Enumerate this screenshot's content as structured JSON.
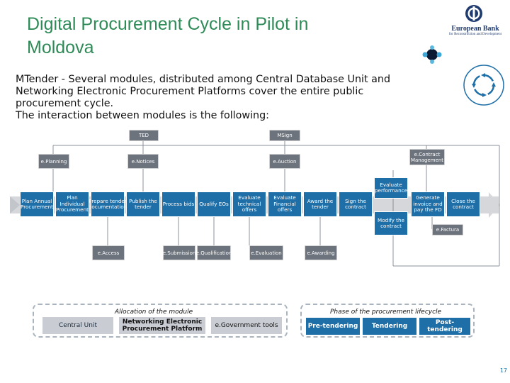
{
  "title": "Digital Procurement Cycle in Pilot in Moldova",
  "title_lines": [
    "Digital Procurement Cycle in Pilot in",
    "Moldova"
  ],
  "intro_lines": [
    "MTender - Several modules, distributed among Central Database Unit and",
    "Networking Electronic Procurement Platforms cover the entire public",
    "procurement cycle.",
    "The interaction between modules is the following:"
  ],
  "logo": {
    "name_line1": "European Bank",
    "name_line2": "for Reconstruction and Development"
  },
  "colors": {
    "title": "#2e8b57",
    "process_box": "#1e6fa8",
    "module_box": "#6c737c",
    "legend_border": "#aab4be"
  },
  "modules_top": {
    "ted": "TED",
    "msign": "MSign",
    "eplanning": "e.Planning",
    "enotices": "e.Notices",
    "eauction": "e.Auction",
    "econtract": "e.Contract Management"
  },
  "process_steps": [
    "Plan Annual Procurement",
    "Plan Individual Procurement",
    "Prepare tender documentation",
    "Publish the tender",
    "Process bids",
    "Qualify EOs",
    "Evaluate technical offers",
    "Evaluate Financial offers",
    "Award the tender",
    "Sign the contract",
    "Generate invoice and pay the FD",
    "Close the contract"
  ],
  "process_side": {
    "evaluate_performance": "Evaluate performance",
    "modify_contract": "Modify the contract"
  },
  "modules_bottom": {
    "eaccess": "e.Access",
    "esubmission": "e.Submission",
    "equalification": "e.Qualification",
    "eevaluation": "e.Evaluation",
    "eawarding": "e.Awarding",
    "efactura": "e.Factura"
  },
  "legend": {
    "allocation_heading": "Allocation of the module",
    "central_unit": "Central Unit",
    "networking": "Networking Electronic Procurement Platform",
    "egov": "e.Government tools",
    "phase_heading": "Phase of the procurement lifecycle",
    "pre_tendering": "Pre-tendering",
    "tendering": "Tendering",
    "post_tendering": "Post-tendering"
  },
  "page_number": "17"
}
